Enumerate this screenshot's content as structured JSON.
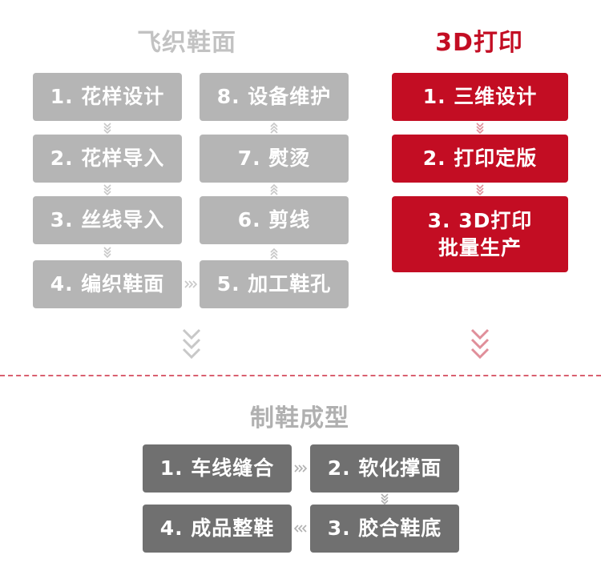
{
  "left_section": {
    "title": "飞织鞋面",
    "col1": [
      "1. 花样设计",
      "2. 花样导入",
      "3. 丝线导入",
      "4. 编织鞋面"
    ],
    "col2": [
      "8. 设备维护",
      "7. 熨烫",
      "6. 剪线",
      "5. 加工鞋孔"
    ]
  },
  "right_section": {
    "title": "3D打印",
    "steps": [
      "1. 三维设计",
      "2. 打印定版",
      "3. 3D打印\n批量生产"
    ]
  },
  "bottom_section": {
    "title": "制鞋成型",
    "steps": [
      "1. 车线缝合",
      "2. 软化撑面",
      "3. 胶合鞋底",
      "4. 成品整鞋"
    ]
  },
  "colors": {
    "left_title": "#c2c2c2",
    "left_box": "#b5b5b5",
    "right_title": "#c30d23",
    "right_box": "#c30d23",
    "bottom_title": "#b0b0b0",
    "bottom_box": "#707070",
    "divider": "#d96070"
  }
}
